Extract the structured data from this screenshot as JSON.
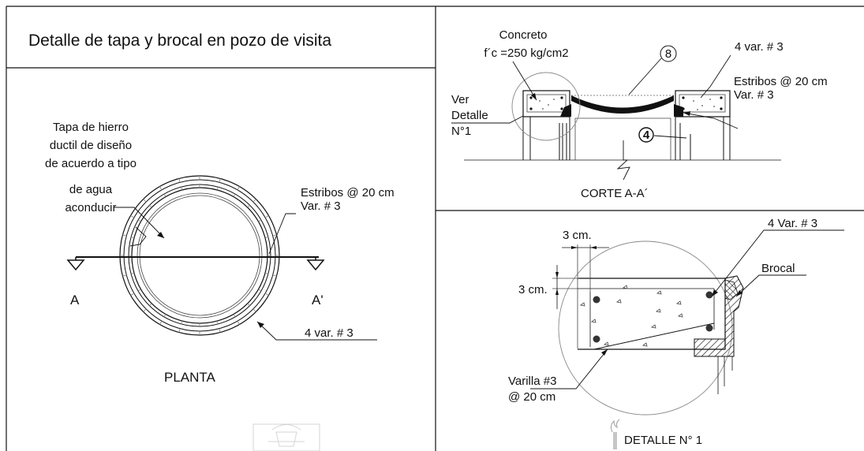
{
  "title": "Detalle de tapa y brocal en pozo de visita",
  "planta": {
    "tapa_label": [
      "Tapa de hierro",
      "ductil de diseño",
      "de acuerdo a tipo",
      "de agua",
      "aconducir"
    ],
    "estribos_label": [
      "Estribos @ 20 cm",
      "Var. # 3"
    ],
    "varillas_label": "4 var.  # 3",
    "section_left": "A",
    "section_right": "A'",
    "caption": "PLANTA"
  },
  "corte": {
    "concreto_label": [
      "Concreto",
      "f´c =250 kg/cm2"
    ],
    "callout_8": "8",
    "callout_4": "4",
    "varillas_label": "4 var.  # 3",
    "estribos_label": [
      "Estribos @ 20 cm",
      "Var. # 3"
    ],
    "ver_detalle_label": [
      "Ver",
      "Detalle",
      "N°1"
    ],
    "caption": "CORTE A-A´"
  },
  "detalle": {
    "dim_top": "3 cm.",
    "dim_left": "3 cm.",
    "varillas_label": "4 Var. # 3",
    "brocal_label": "Brocal",
    "varilla_label": [
      "Varilla #3",
      "@ 20 cm"
    ],
    "caption": "DETALLE N° 1"
  }
}
